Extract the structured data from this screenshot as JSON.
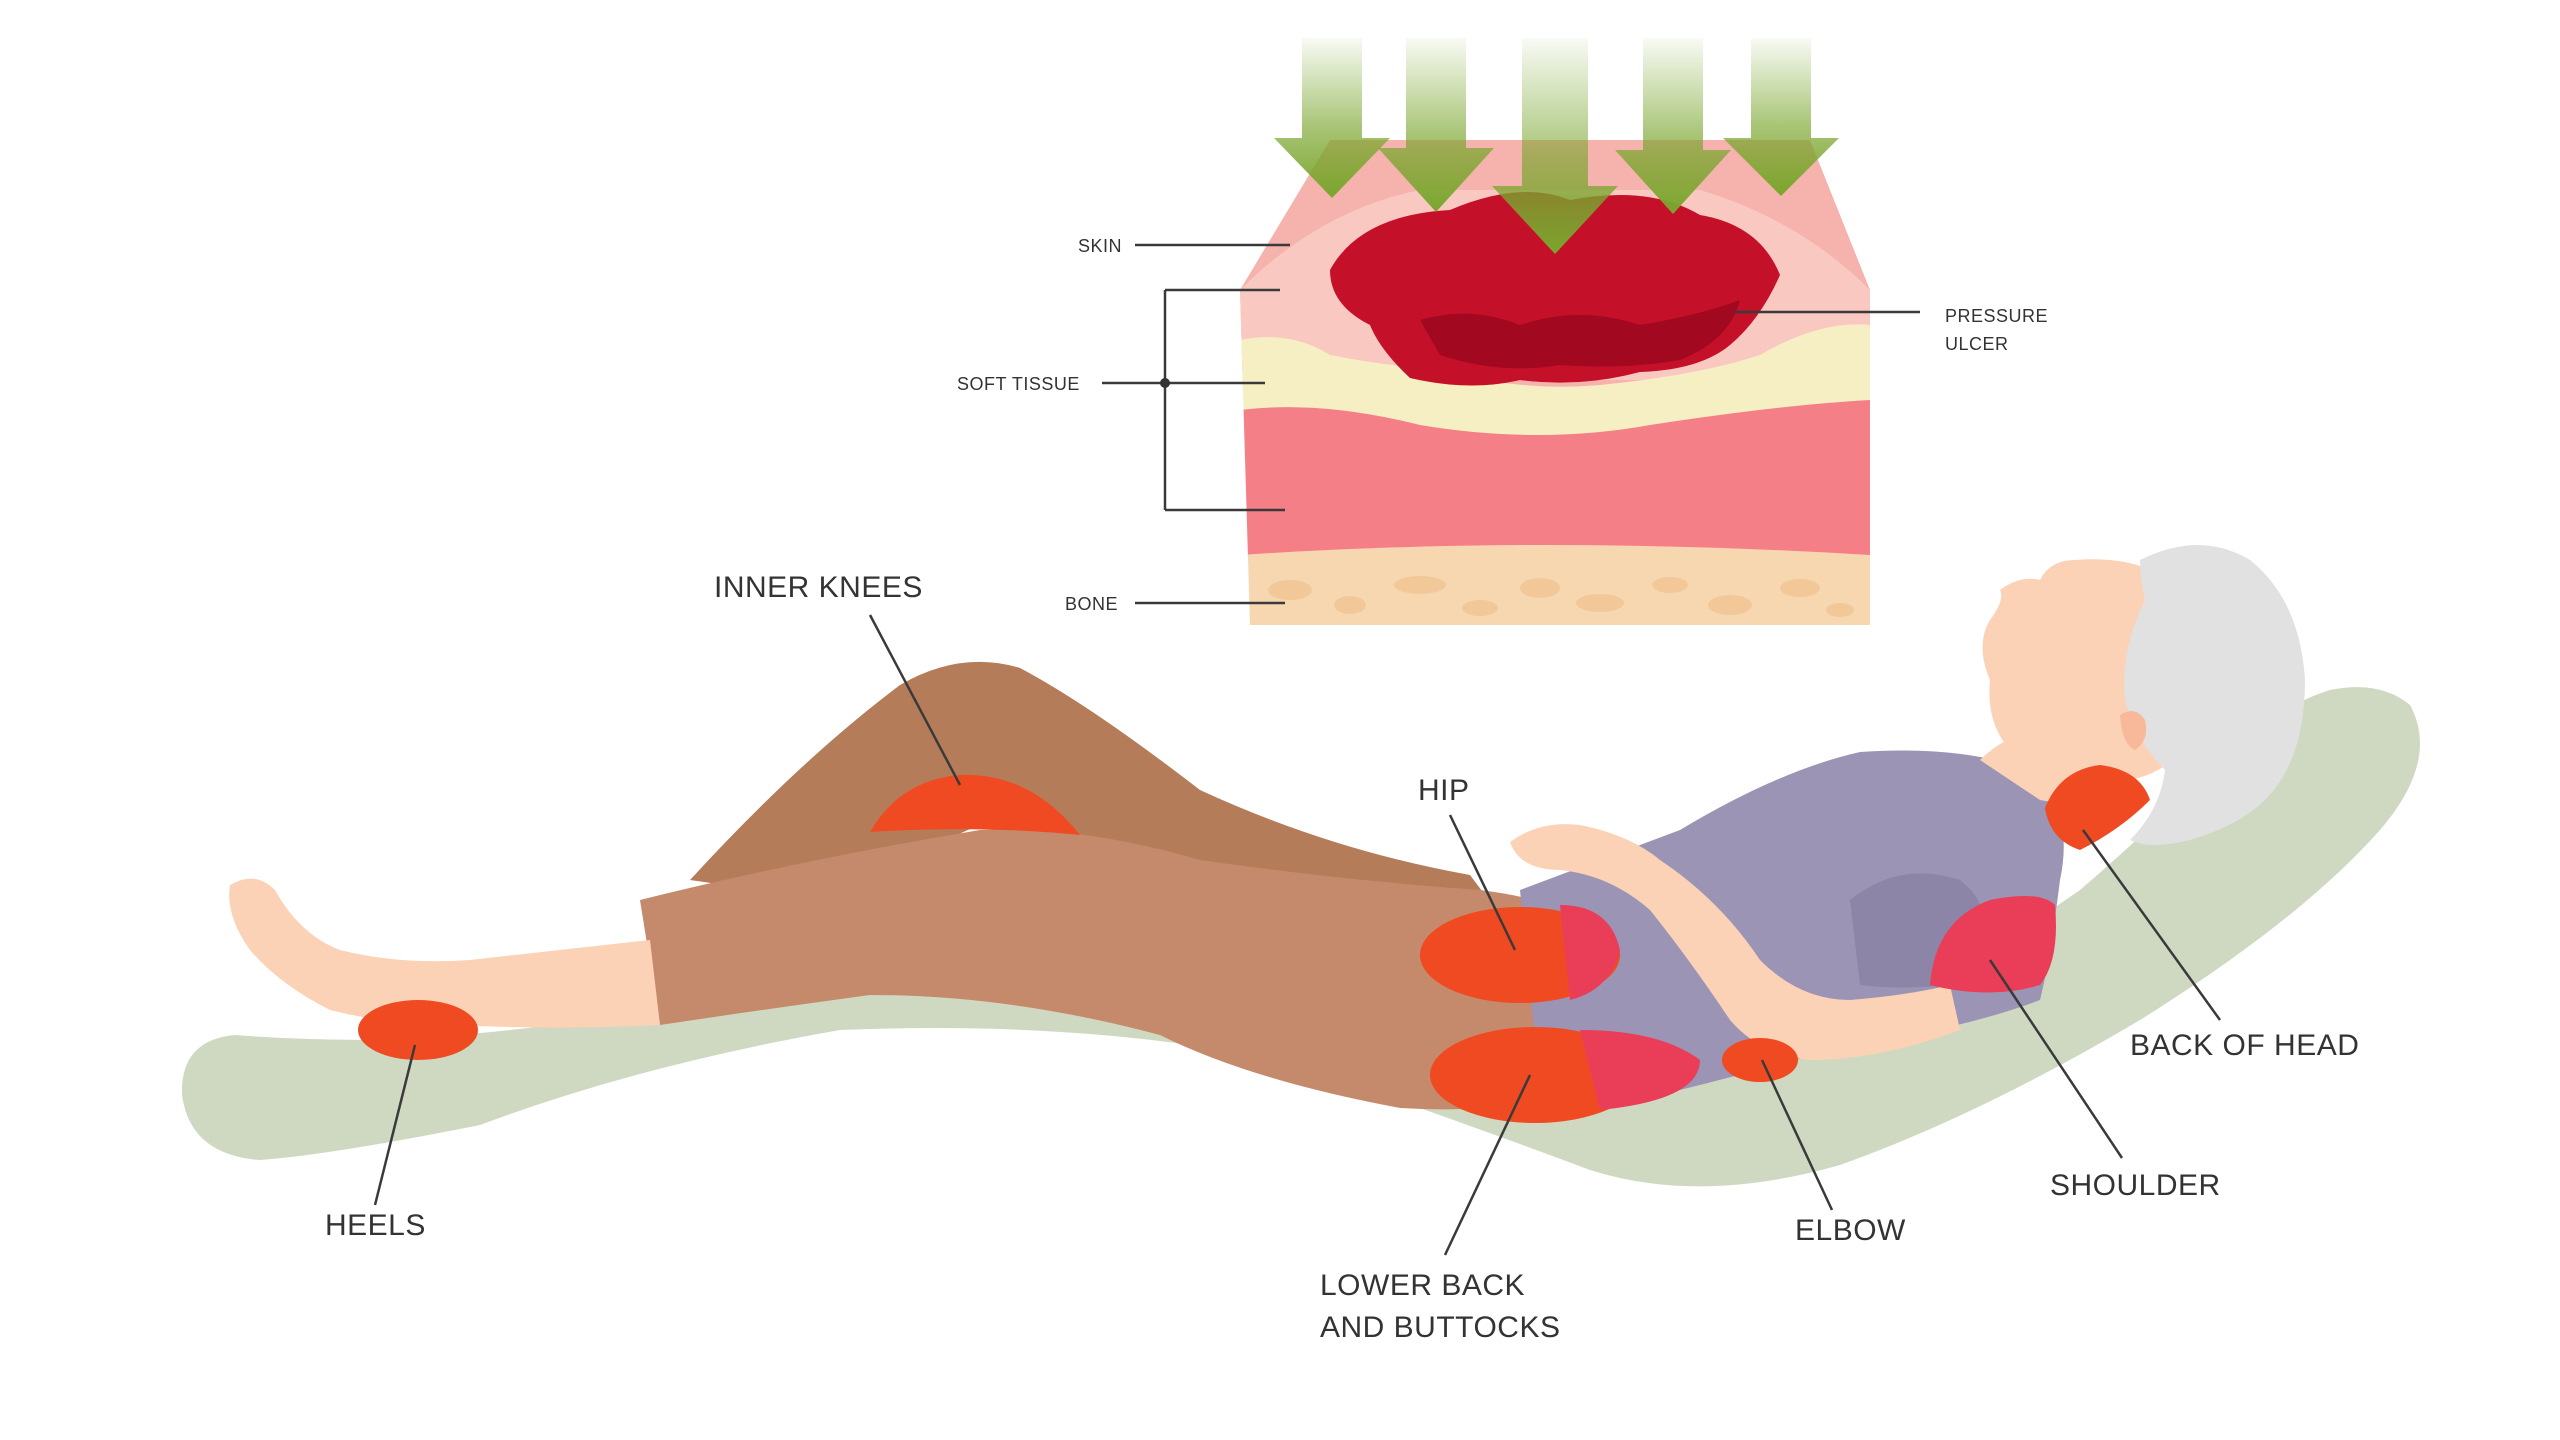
{
  "cross_section": {
    "labels": {
      "skin": "SKIN",
      "soft_tissue": "SOFT TISSUE",
      "bone": "BONE",
      "ulcer_line1": "PRESSURE",
      "ulcer_line2": "ULCER"
    }
  },
  "pressure_points": {
    "inner_knees": "INNER KNEES",
    "hip": "HIP",
    "back_of_head": "BACK OF HEAD",
    "shoulder": "SHOULDER",
    "elbow": "ELBOW",
    "heels": "HEELS",
    "lower_back_line1": "LOWER BACK",
    "lower_back_line2": "AND BUTTOCKS"
  },
  "colors": {
    "arrow": "#7aa62e",
    "skin_layer": "#f6b3ad",
    "fat_layer": "#f6efc4",
    "muscle_layer": "#f57f86",
    "bone_layer": "#f7d7b0",
    "ulcer": "#c5102a",
    "mattress": "#cfd9c2",
    "pants": "#b57c5a",
    "shirt": "#9b94b5",
    "body_skin": "#fbd2b5",
    "hair": "#e1e1e1",
    "hotspot": "#f04a22",
    "hotspot_pink": "#ea3d57"
  }
}
